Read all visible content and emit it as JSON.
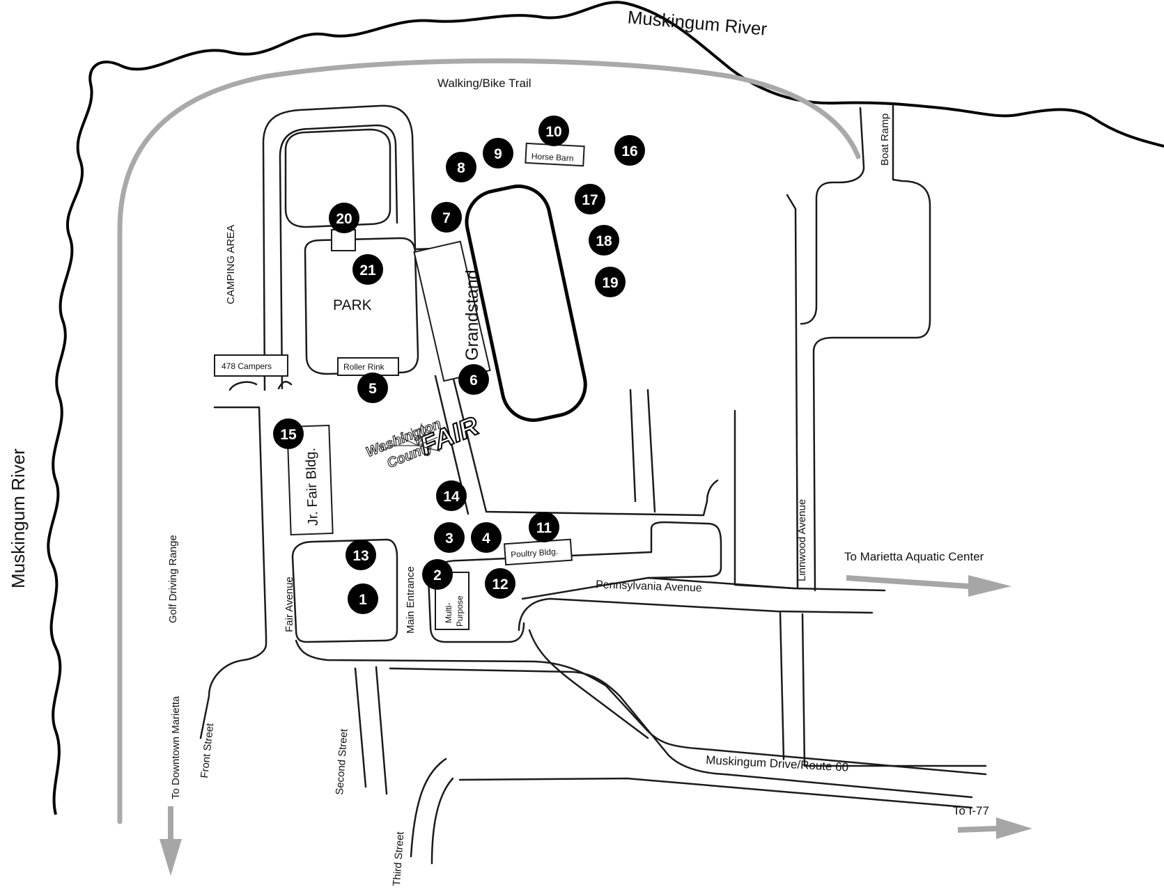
{
  "labels": {
    "river_top": "Muskingum River",
    "river_left": "Muskingum River",
    "trail": "Walking/Bike Trail",
    "boat_ramp": "Boat Ramp",
    "camping_area": "CAMPING AREA",
    "park": "PARK",
    "campers": "478 Campers",
    "roller_rink": "Roller Rink",
    "grandstand": "Grandstand",
    "horse_barn": "Horse Barn",
    "jr_fair_bldg": "Jr. Fair Bldg.",
    "poultry_bldg": "Poultry Bldg.",
    "multi_purpose_line1": "Multi-",
    "multi_purpose_line2": "Purpose",
    "golf_driving_range": "Golf Driving Range",
    "fair_avenue": "Fair Avenue",
    "main_entrance": "Main Entrance",
    "pennsylvania_avenue": "Pennsylvania Avenue",
    "linnwood_avenue": "Linnwood Avenue",
    "to_aquatic_center": "To Marietta Aquatic Center",
    "to_downtown": "To Downtown Marietta",
    "front_street": "Front Street",
    "second_street": "Second Street",
    "third_street": "Third Street",
    "muskingum_drive": "Muskingum Drive/Route 60",
    "to_i77": "To I-77"
  },
  "logo": {
    "line1": "Washington",
    "line2": "County",
    "line3": "FAIR"
  },
  "markers": [
    "1",
    "2",
    "3",
    "4",
    "5",
    "6",
    "7",
    "8",
    "9",
    "10",
    "11",
    "12",
    "13",
    "14",
    "15",
    "16",
    "17",
    "18",
    "19",
    "20",
    "21"
  ],
  "colors": {
    "trail": "#a9a9a9",
    "arrow": "#a6a6a6",
    "marker": "#000000"
  }
}
